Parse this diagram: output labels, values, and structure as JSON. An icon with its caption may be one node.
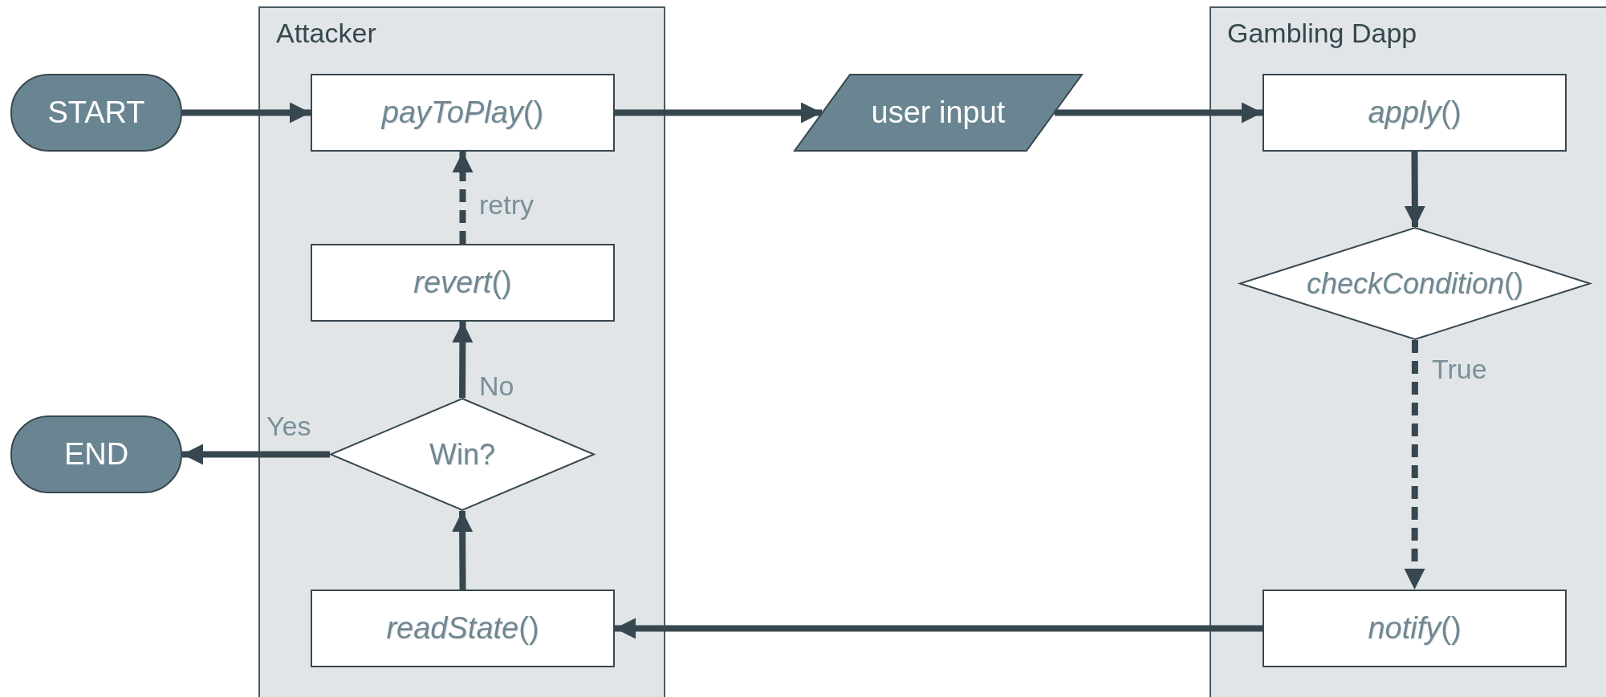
{
  "diagram": {
    "nodes": [
      {
        "text": [
          "Attacker"
        ]
      },
      {
        "text": [
          "Gambling Dapp"
        ]
      },
      {
        "text": [
          "START"
        ]
      },
      {
        "text": [
          "*payToPlay*()"
        ],
        "in": 0
      },
      {
        "text": [
          "user input"
        ]
      },
      {
        "text": [
          "*apply*()"
        ],
        "in": 1
      },
      {
        "text": [
          "*checkCondition*()"
        ],
        "in": 1
      },
      {
        "text": [
          "*notify*()"
        ],
        "in": 1
      },
      {
        "text": [
          "*readState*()"
        ],
        "in": 0
      },
      {
        "text": [
          "Win?"
        ],
        "in": 0
      },
      {
        "text": [
          "*revert*()"
        ],
        "in": 0
      },
      {
        "text": [
          "END"
        ]
      }
    ],
    "edges": [
      {
        "from": 2,
        "to": 3,
        "arrow": "to"
      },
      {
        "from": 3,
        "to": 4,
        "arrow": "to"
      },
      {
        "from": 4,
        "to": 5,
        "arrow": "to"
      },
      {
        "from": 5,
        "to": 6,
        "arrow": "to"
      },
      {
        "from": 6,
        "to": 7,
        "arrow": "to",
        "style": "dashed",
        "label": "True"
      },
      {
        "from": 7,
        "to": 8,
        "arrow": "to"
      },
      {
        "from": 8,
        "to": 9,
        "arrow": "to"
      },
      {
        "from": 9,
        "to": 10,
        "arrow": "to",
        "label": "No"
      },
      {
        "from": 9,
        "to": 11,
        "arrow": "to",
        "label": "Yes"
      },
      {
        "from": 10,
        "to": 3,
        "arrow": "to",
        "style": "dashed",
        "label": "retry"
      }
    ]
  }
}
